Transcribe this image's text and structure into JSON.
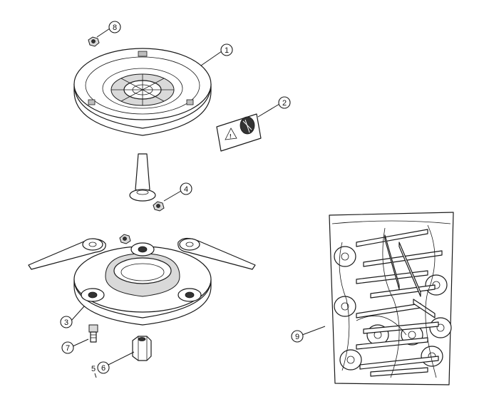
{
  "callouts": {
    "c1": "1",
    "c2": "2",
    "c3": "3",
    "c4": "4",
    "c5": "5",
    "c6": "6",
    "c7": "7",
    "c8": "8",
    "c9": "9"
  },
  "colors": {
    "ink": "#1a1a1a",
    "paper": "#ffffff",
    "shade": "#bdbdbd"
  }
}
